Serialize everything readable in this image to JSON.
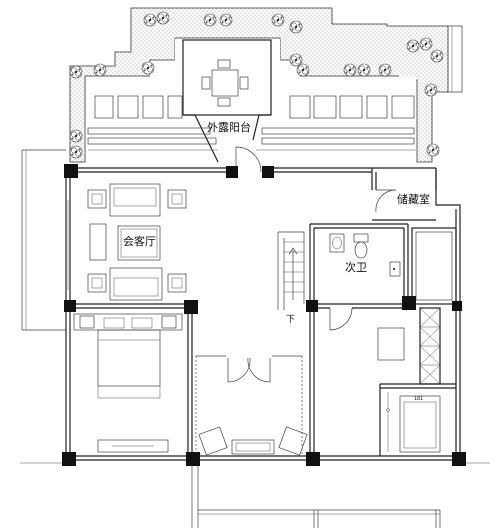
{
  "labels": {
    "balcony": "外露阳台",
    "storage": "储藏室",
    "living_room": "会客厅",
    "bathroom": "次卫",
    "stair_down": "下",
    "tub_mark": "181"
  },
  "colors": {
    "line": "#222222",
    "column": "#111111",
    "background": "#ffffff"
  },
  "icons": {
    "shrub": "shrub-icon",
    "table": "dining-table-icon",
    "sofa": "sofa-icon",
    "bed": "bed-icon",
    "toilet": "toilet-icon",
    "basin": "basin-icon",
    "armchair": "armchair-icon",
    "bathtub": "bathtub-icon"
  }
}
